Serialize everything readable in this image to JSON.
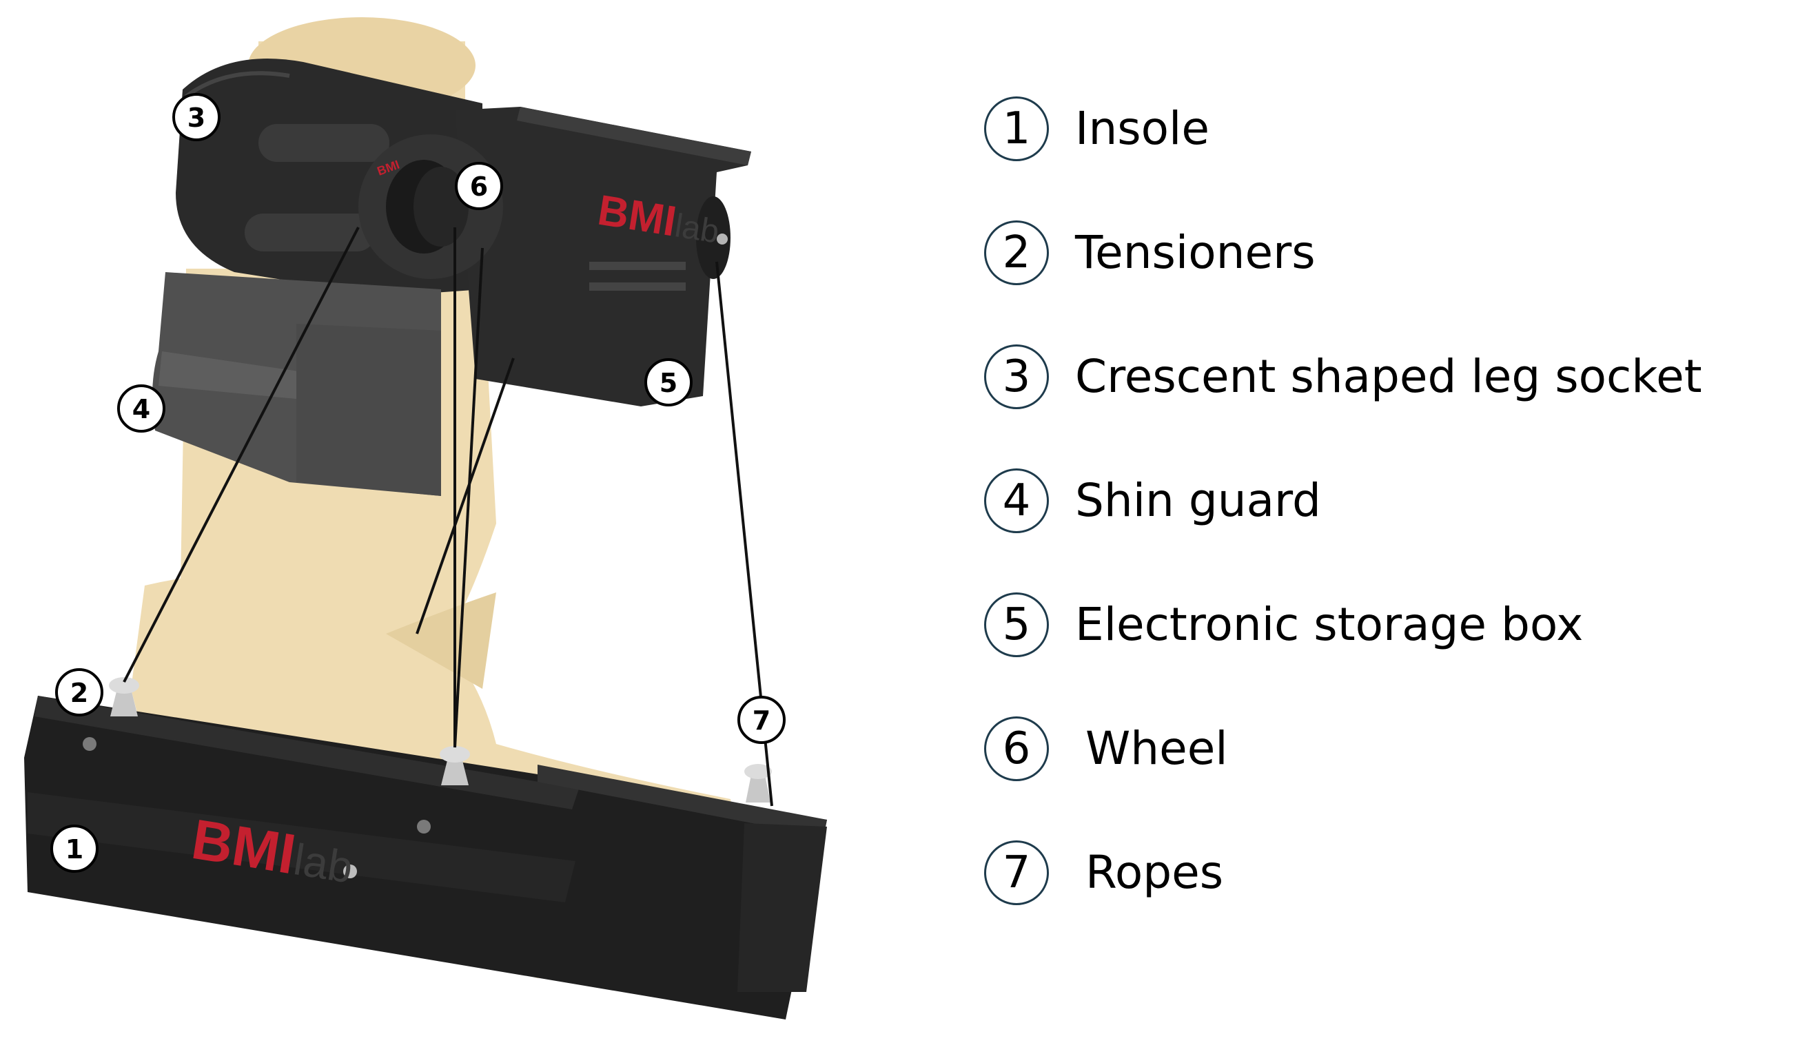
{
  "brand": {
    "primary": "BMI",
    "secondary": "lab",
    "small_mark": "BMI",
    "color": "#c4202f"
  },
  "colors": {
    "skin": "#efdcb2",
    "skin_dark": "#e2cc9a",
    "device": "#2a2a2a",
    "device_mid": "#4a4a4a",
    "device_light": "#5e5e5e",
    "outline": "#1e3b4c"
  },
  "callouts": [
    {
      "label": "1"
    },
    {
      "label": "2"
    },
    {
      "label": "3"
    },
    {
      "label": "4"
    },
    {
      "label": "5"
    },
    {
      "label": "6"
    },
    {
      "label": "7"
    }
  ],
  "legend": [
    {
      "number": "1",
      "text": "Insole"
    },
    {
      "number": "2",
      "text": "Tensioners"
    },
    {
      "number": "3",
      "text": "Crescent shaped leg socket"
    },
    {
      "number": "4",
      "text": "Shin guard"
    },
    {
      "number": "5",
      "text": "Electronic storage box"
    },
    {
      "number": "6",
      "text": "Wheel"
    },
    {
      "number": "7",
      "text": "Ropes"
    }
  ]
}
